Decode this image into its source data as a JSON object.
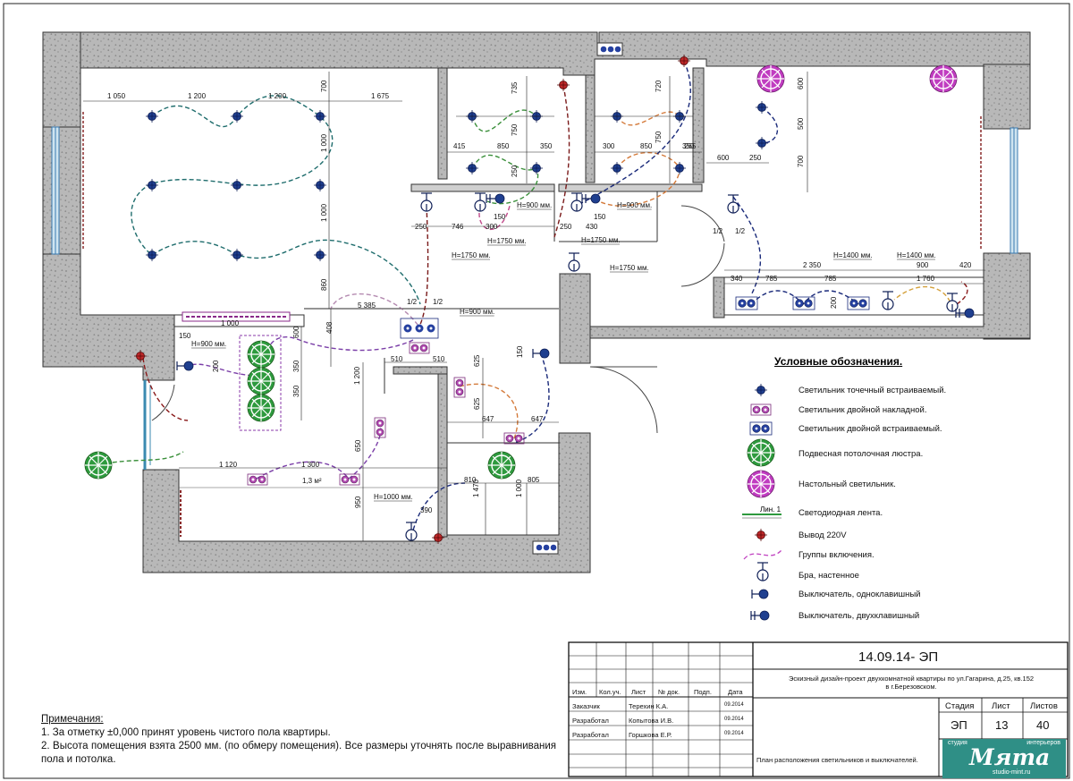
{
  "legend": {
    "title": "Условные обозначения.",
    "items": [
      {
        "label": "Светильник точечный встраиваемый.",
        "icon": "spot-light-icon"
      },
      {
        "label": "Светильник двойной накладной.",
        "icon": "double-surface-light-icon"
      },
      {
        "label": "Светильник двойной встраиваемый.",
        "icon": "double-recessed-light-icon"
      },
      {
        "label": "Подвесная потолочная люстра.",
        "icon": "chandelier-icon"
      },
      {
        "label": "Настольный светильник.",
        "icon": "table-lamp-icon"
      },
      {
        "label": "Светодиодная лента.",
        "icon": "led-strip-icon"
      },
      {
        "label": "Вывод 220V",
        "icon": "outlet-220v-icon"
      },
      {
        "label": "Группы включения.",
        "icon": "switching-group-icon"
      },
      {
        "label": "Бра, настенное",
        "icon": "wall-sconce-icon"
      },
      {
        "label": "Выключатель, одноклавишный",
        "icon": "single-switch-icon"
      },
      {
        "label": "Выключатель, двухклавишный",
        "icon": "double-switch-icon"
      }
    ],
    "led_sublabel": "Лин. 1"
  },
  "notes": {
    "title": "Примечания:",
    "lines": [
      "1. За отметку ±0,000 принят уровень чистого пола квартиры.",
      "2. Высота помещения взята 2500 мм. (по обмеру помещения). Все размеры уточнять после выравнивания пола и потолка."
    ]
  },
  "title_block": {
    "code": "14.09.14- ЭП",
    "project": "Эскизный дизайн-проект двухкомнатной квартиры по ул.Гагарина, д.25, кв.152",
    "city": "в г.Березовском.",
    "headers": [
      "Изм.",
      "Кол.уч.",
      "Лист",
      "№ док.",
      "Подп.",
      "Дата"
    ],
    "rows": [
      {
        "role": "Заказчик",
        "name": "Терехин  К.А.",
        "date": "09.2014"
      },
      {
        "role": "Разработал",
        "name": "Копытова И.В.",
        "date": "09.2014"
      },
      {
        "role": "Разработал",
        "name": "Горшкова Е.Р.",
        "date": "09.2014"
      }
    ],
    "stage_label": "Стадия",
    "sheet_label": "Лист",
    "sheets_label": "Листов",
    "stage": "ЭП",
    "sheet": "13",
    "sheets": "40",
    "sheet_title": "План расположения светильников и выключателей."
  },
  "logo": {
    "studio": "студия",
    "interiors": "интерьеров",
    "name": "Мята",
    "site": "studio-mint.ru"
  },
  "plan": {
    "dimensions": [
      "1 050",
      "1 200",
      "1 200",
      "1 675",
      "700",
      "1 000",
      "1 000",
      "860",
      "735",
      "415",
      "850",
      "350",
      "750",
      "250",
      "300",
      "850",
      "350",
      "720",
      "750",
      "265",
      "600",
      "250",
      "600",
      "500",
      "700",
      "250",
      "746",
      "300",
      "150",
      "250",
      "150",
      "430",
      "408",
      "5 385",
      "1/2",
      "1/2",
      "1/2",
      "1/2",
      "150",
      "200",
      "600",
      "350",
      "350",
      "1 200",
      "510",
      "510",
      "625",
      "625",
      "150",
      "647",
      "647",
      "1 120",
      "1 300",
      "650",
      "810",
      "805",
      "1 470",
      "1 000",
      "950",
      "390",
      "340",
      "785",
      "2 350",
      "785",
      "200",
      "1 760",
      "900",
      "420",
      "1 000"
    ],
    "heights": [
      "H=900 мм.",
      "H=900 мм.",
      "H=1750 мм.",
      "H=1750 мм.",
      "H=1750 мм.",
      "H=1750 мм.",
      "H=900 мм.",
      "H=900 мм.",
      "H=1400 мм.",
      "H=1400 мм.",
      "H=1000 мм."
    ],
    "area": "1,3 м²"
  },
  "colors": {
    "wall_fill": "#bdbdbd",
    "spot": "#1f3f8f",
    "chandelier": "#2e9a3e",
    "lamp": "#c03cc0",
    "outlet": "#c0282a",
    "teal_group": "#1f6d6d",
    "purple_group": "#7b3fa8",
    "orange_group": "#d47a3a",
    "navy_group": "#1a2a7a",
    "green_group": "#3a8f3a",
    "maroon_group": "#7a1a1a",
    "pink_group": "#c04a8a"
  }
}
